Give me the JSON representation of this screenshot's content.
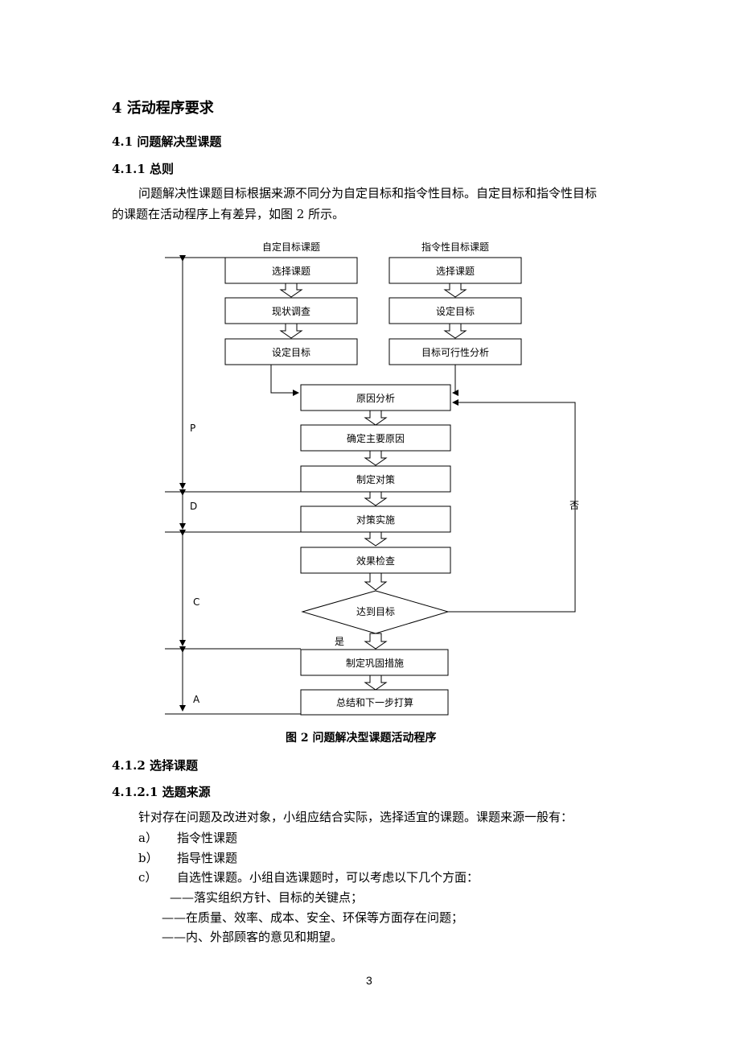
{
  "section": {
    "heading": "4 活动程序要求",
    "sub1": "4.1   问题解决型课题",
    "sub11": "4.1.1   总则",
    "para1_line1": "问题解决性课题目标根据来源不同分为自定目标和指令性目标。自定目标和指令性目标",
    "para1_line2": "的课题在活动程序上有差异，如图 2 所示。"
  },
  "flowchart": {
    "col_left_title": "自定目标课题",
    "col_right_title": "指令性目标课题",
    "left_boxes": [
      "选择课题",
      "现状调查",
      "设定目标"
    ],
    "right_boxes": [
      "选择课题",
      "设定目标",
      "目标可行性分析"
    ],
    "center_boxes": [
      "原因分析",
      "确定主要原因",
      "制定对策",
      "对策实施",
      "效果检查"
    ],
    "decision": "达到目标",
    "yes_label": "是",
    "no_label": "否",
    "final_boxes": [
      "制定巩固措施",
      "总结和下一步打算"
    ],
    "phases": [
      "P",
      "D",
      "C",
      "A"
    ]
  },
  "caption": "图 2  问题解决型课题活动程序",
  "select": {
    "heading": "4.1.2   选择课题",
    "sub_heading": "4.1.2.1   选题来源",
    "intro": "针对存在问题及改进对象，小组应结合实际，选择适宜的课题。课题来源一般有：",
    "items": [
      {
        "marker": "a）",
        "text": "指令性课题"
      },
      {
        "marker": "b）",
        "text": "指导性课题"
      },
      {
        "marker": "c）",
        "text": "自选性课题。小组自选课题时，可以考虑以下几个方面："
      }
    ],
    "dashes": [
      "——落实组织方针、目标的关键点；",
      "——在质量、效率、成本、安全、环保等方面存在问题；",
      "——内、外部顾客的意见和期望。"
    ]
  },
  "page_number": "3"
}
